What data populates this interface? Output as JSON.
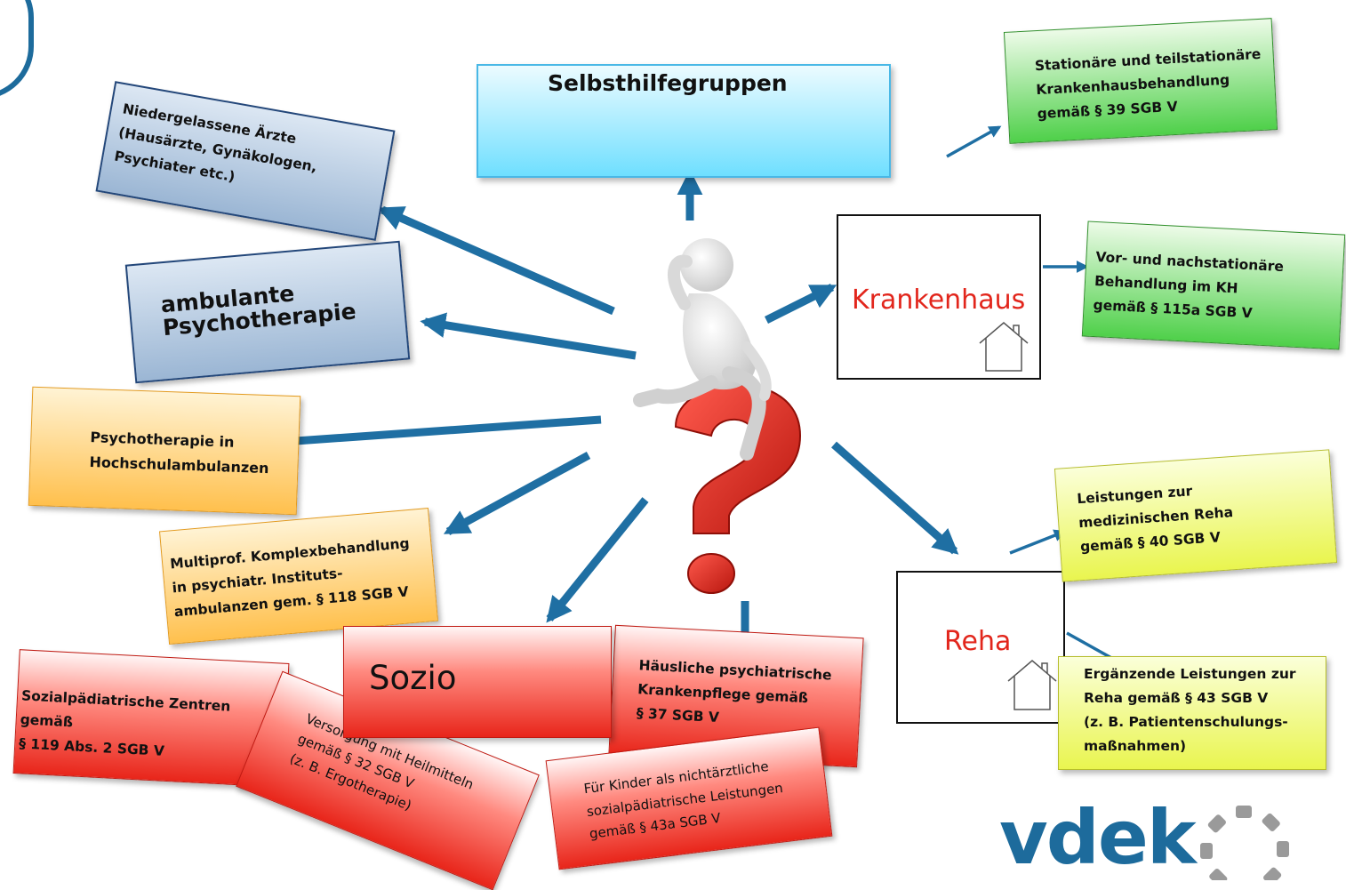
{
  "center": {
    "figure_icon": "thinking-person-on-question-mark-icon"
  },
  "selbsthilfe": "Selbsthilfegruppen",
  "niedergelassene": "Niedergelassene Ärzte\n(Hausärzte, Gynäkologen,\nPsychiater etc.)",
  "ambulante": "ambulante\nPsychotherapie",
  "hochschul": "Psychotherapie in\nHochschulambulanzen",
  "multiprof": "Multiprof. Komplexbehandlung\nin psychiatr. Instituts-\nambulanzen gem. § 118 SGB V",
  "sozialpaed": "Sozialpädiatrische Zentren gemäß\n§ 119 Abs. 2 SGB V",
  "sozio": "Sozio",
  "heilmittel": "Versorgung mit Heilmitteln\ngemäß § 32 SGB V\n(z. B. Ergotherapie)",
  "haeusliche": "Häusliche psychiatrische\nKrankenpflege gemäß\n§ 37 SGB V",
  "kinder": "Für Kinder als nichtärztliche\nsozialpädiatrische Leistungen\ngemäß § 43a SGB V",
  "krankenhaus": {
    "label": "Krankenhaus",
    "icon": "house-icon"
  },
  "stationaer": "Stationäre und teilstationäre\nKrankenhausbehandlung\ngemäß § 39 SGB V",
  "vornach": "Vor- und nachstationäre\nBehandlung im KH\ngemäß § 115a SGB V",
  "reha": {
    "label": "Reha",
    "icon": "house-icon"
  },
  "leistungen_reha": "Leistungen zur\nmedizinischen Reha\ngemäß § 40 SGB V",
  "ergaenzende": "Ergänzende Leistungen zur\nReha gemäß § 43 SGB V\n(z. B. Patientenschulungs-\nmaßnahmen)",
  "logo": "vdek",
  "colors": {
    "arrow": "#1f6fa3",
    "hub_text": "#e2261c",
    "logo": "#1d6b9c"
  }
}
